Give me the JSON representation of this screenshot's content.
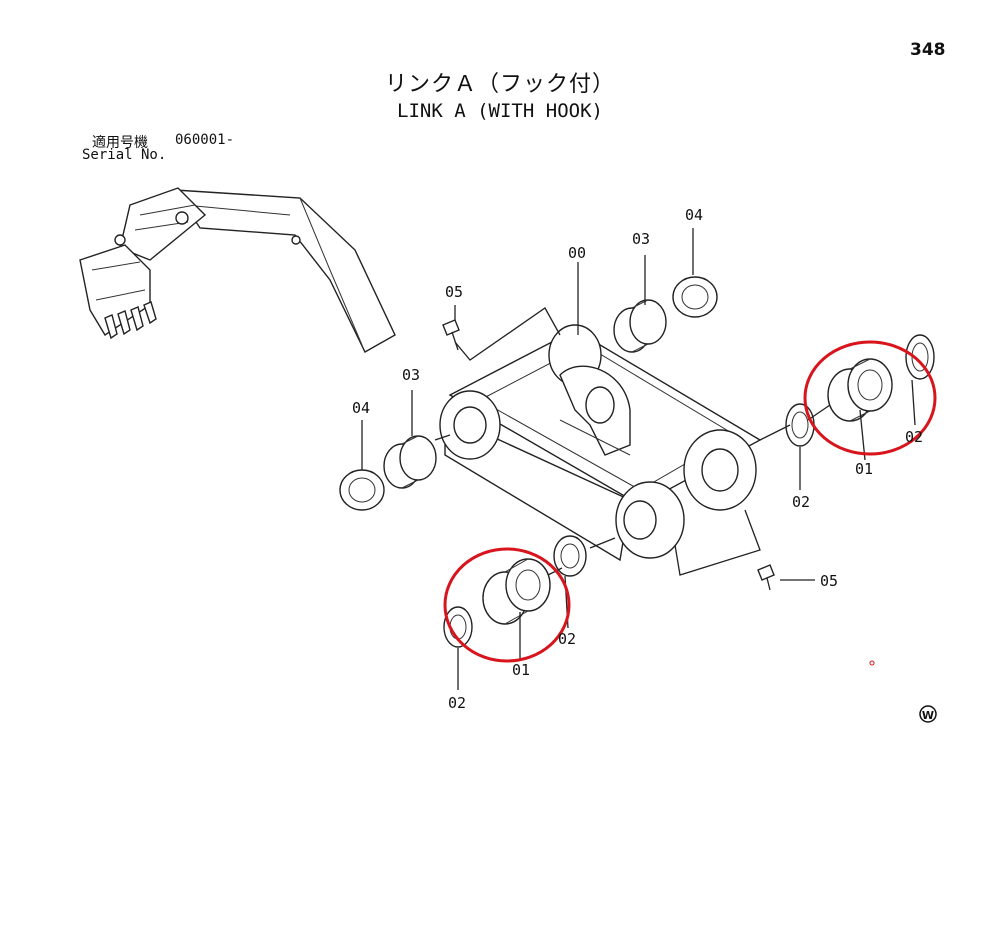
{
  "page": {
    "number": "348"
  },
  "title": {
    "jp": "リンクＡ（フック付）",
    "en": "LINK A (WITH HOOK)"
  },
  "serial": {
    "label_jp": "適用号機",
    "value": "060001-",
    "label_en": "Serial No."
  },
  "callouts": {
    "c00": "00",
    "c01a": "01",
    "c01b": "01",
    "c02a": "02",
    "c02b": "02",
    "c02c": "02",
    "c02d": "02",
    "c03a": "03",
    "c03b": "03",
    "c04a": "04",
    "c04b": "04",
    "c05a": "05",
    "c05b": "05"
  },
  "highlight_color": "#d8141c",
  "logo_mark": "W"
}
